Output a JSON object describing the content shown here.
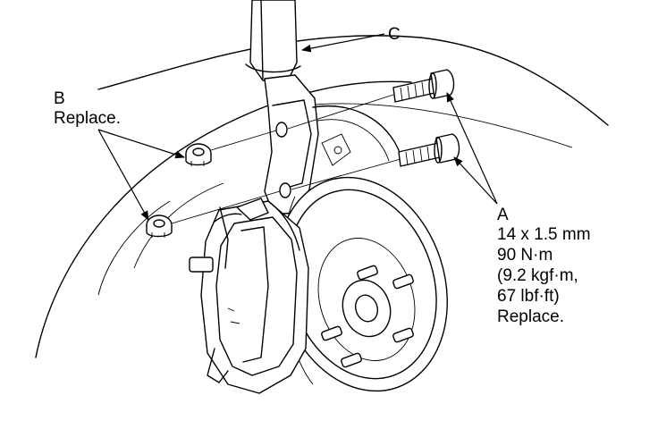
{
  "labels": {
    "a": {
      "letter": "A",
      "spec_size": "14 x 1.5 mm",
      "spec_torque_nm": "90 N·m",
      "spec_torque_kgf": "(9.2 kgf·m,",
      "spec_torque_lbf": "67 lbf·ft)",
      "note": "Replace."
    },
    "b": {
      "letter": "B",
      "note": "Replace."
    },
    "c": {
      "letter": "C"
    }
  },
  "colors": {
    "ink": "#000000",
    "paper": "#ffffff"
  }
}
